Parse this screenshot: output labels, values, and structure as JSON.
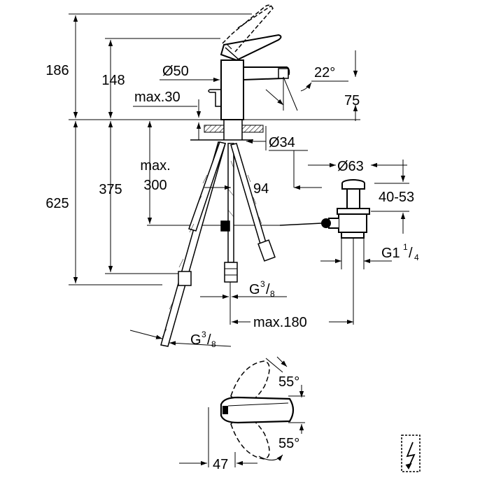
{
  "dimensions": {
    "height_total": "186",
    "height_spout": "148",
    "diameter_body": "Ø50",
    "spout_angle": "22°",
    "lever_clearance": "max.30",
    "spout_reach": "75",
    "hole_diameter": "Ø34",
    "deck_max_label": "max.",
    "deck_max_value": "300",
    "hose_offset": "94",
    "waste_diameter": "Ø63",
    "waste_height": "40-53",
    "waste_thread_main": "G1",
    "waste_thread_num": "1",
    "waste_thread_den": "4",
    "hose_length": "625",
    "body_below_deck": "375",
    "connector_thread_1_main": "G",
    "connector_thread_1_num": "3",
    "connector_thread_1_den": "8",
    "waste_max_distance": "max.180",
    "connector_thread_2_main": "G",
    "connector_thread_2_num": "3",
    "connector_thread_2_den": "8",
    "lever_angle_top": "55°",
    "lever_angle_bottom": "55°",
    "lever_width": "47"
  },
  "icons": {
    "electrical_symbol": "lightning-bolt-icon"
  }
}
